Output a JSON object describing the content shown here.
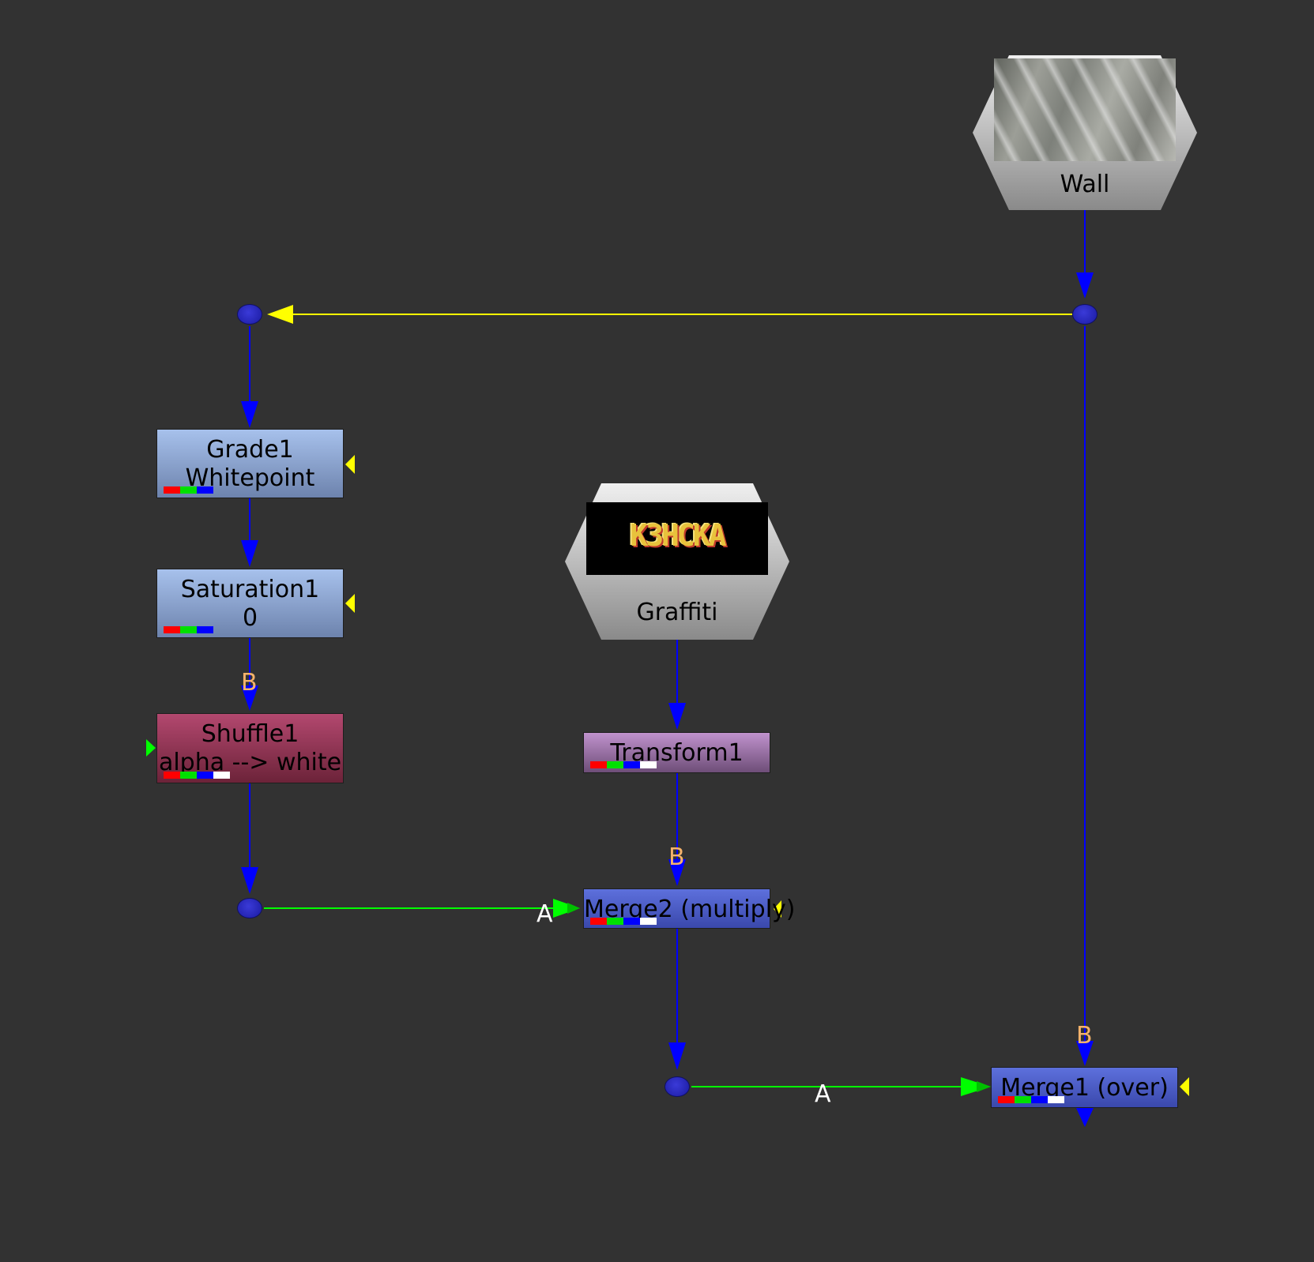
{
  "nodes": {
    "wall": {
      "label": "Wall",
      "thumbnail": "wall-texture-icon"
    },
    "graffiti": {
      "label": "Graffiti",
      "thumb_text": "K3HCKA"
    },
    "grade1": {
      "title": "Grade1",
      "subtitle": "Whitepoint"
    },
    "saturation1": {
      "title": "Saturation1",
      "subtitle": "0"
    },
    "shuffle1": {
      "title": "Shuffle1",
      "subtitle": "alpha --> white"
    },
    "transform1": {
      "title": "Transform1"
    },
    "merge2": {
      "title": "Merge2 (multiply)"
    },
    "merge1": {
      "title": "Merge1 (over)"
    }
  },
  "ports": {
    "shuffle_b": "B",
    "transform_b": "B",
    "merge1_b": "B",
    "merge2_a": "A",
    "merge1_a": "A"
  },
  "colors": {
    "background": "#323232",
    "pipe_main": "#0000ff",
    "pipe_mask": "#00ff00",
    "pipe_expression": "#ffff00",
    "dot": "#2424c0"
  }
}
